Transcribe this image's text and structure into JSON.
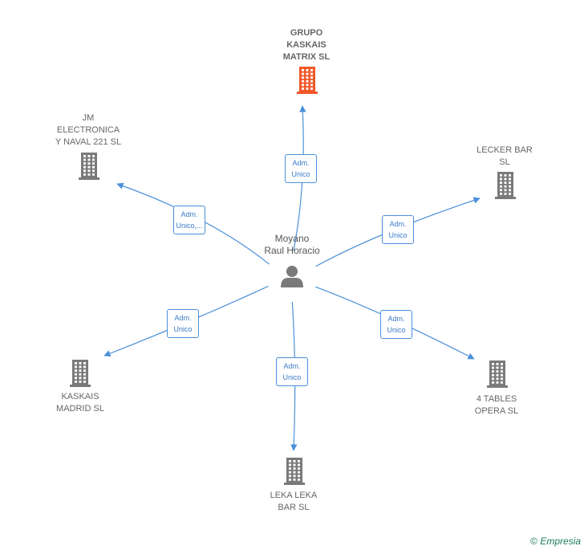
{
  "center": {
    "name": "Moyano\nRaul Horacio"
  },
  "nodes": [
    {
      "id": "grupo",
      "name": "GRUPO\nKASKAIS\nMATRIX  SL",
      "main": true,
      "color": "#f0582a"
    },
    {
      "id": "jm",
      "name": "JM\nELECTRONICA\nY NAVAL 221  SL",
      "main": false,
      "color": "#7a7a7a"
    },
    {
      "id": "lecker",
      "name": "LECKER BAR\nSL",
      "main": false,
      "color": "#7a7a7a"
    },
    {
      "id": "kaskais",
      "name": "KASKAIS\nMADRID  SL",
      "main": false,
      "color": "#7a7a7a"
    },
    {
      "id": "leka",
      "name": "LEKA LEKA\nBAR  SL",
      "main": false,
      "color": "#7a7a7a"
    },
    {
      "id": "tables",
      "name": "4 TABLES\nOPERA  SL",
      "main": false,
      "color": "#7a7a7a"
    }
  ],
  "edges": [
    {
      "to": "grupo",
      "label": "Adm.\nUnico"
    },
    {
      "to": "jm",
      "label": "Adm.\nUnico,..."
    },
    {
      "to": "lecker",
      "label": "Adm.\nUnico"
    },
    {
      "to": "kaskais",
      "label": "Adm.\nUnico"
    },
    {
      "to": "leka",
      "label": "Adm.\nUnico"
    },
    {
      "to": "tables",
      "label": "Adm.\nUnico"
    }
  ],
  "colors": {
    "edge": "#4a90d9",
    "person": "#7a7a7a"
  },
  "footer": {
    "copyright": "©",
    "brand": "Empresia"
  }
}
